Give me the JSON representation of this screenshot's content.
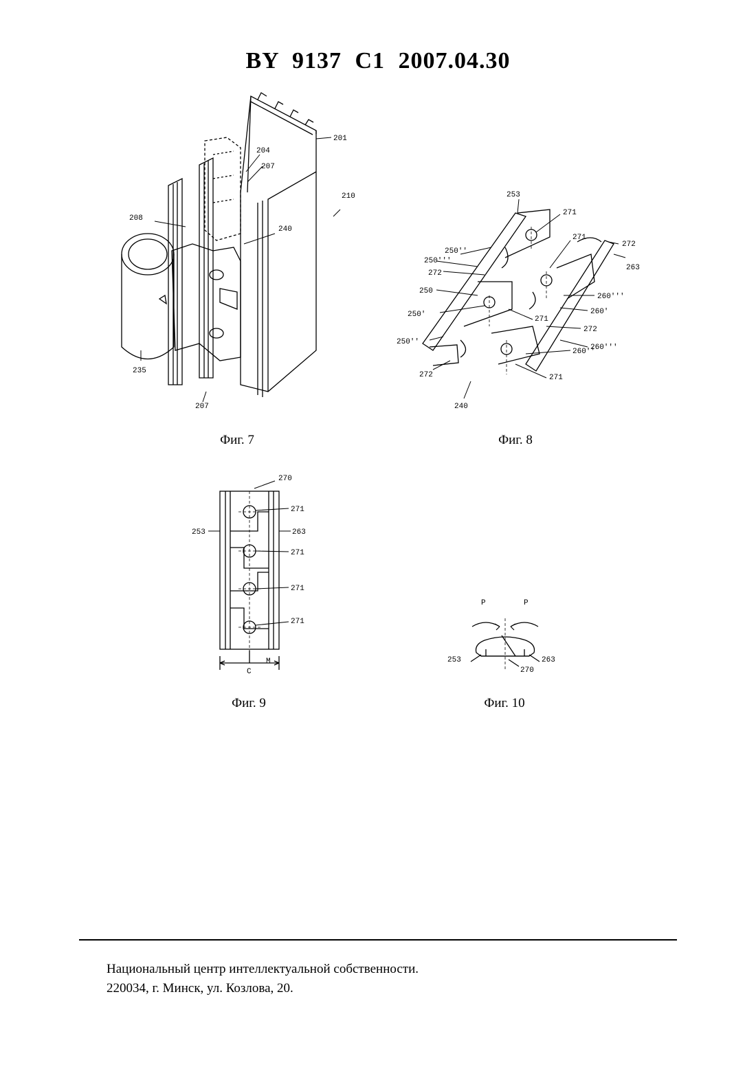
{
  "header": {
    "doc_id": "BY  9137  C1  2007.04.30"
  },
  "figures": {
    "fig7": {
      "caption": "Фиг. 7",
      "labels": {
        "l201": "201",
        "l204": "204",
        "l207a": "207",
        "l210": "210",
        "l208": "208",
        "l240": "240",
        "l235": "235",
        "l207b": "207"
      }
    },
    "fig8": {
      "caption": "Фиг. 8",
      "labels": {
        "l253": "253",
        "l271a": "271",
        "l271b": "271",
        "l272a": "272",
        "l263": "263",
        "l250q": "250''",
        "l250qq": "250'''",
        "l272b": "272",
        "l250": "250",
        "l250p": "250'",
        "l250pp": "250''",
        "l272c": "272",
        "l271c": "271",
        "l260ppp": "260'''",
        "l260p": "260'",
        "l272d": "272",
        "l260pp": "260''",
        "l260pppp": "260'''",
        "l271d": "271",
        "l240": "240"
      }
    },
    "fig9": {
      "caption": "Фиг. 9",
      "labels": {
        "l270": "270",
        "l253": "253",
        "l263": "263",
        "l271a": "271",
        "l271b": "271",
        "l271c": "271",
        "l271d": "271",
        "lM": "M",
        "lC": "C"
      }
    },
    "fig10": {
      "caption": "Фиг. 10",
      "labels": {
        "lP1": "P",
        "lP2": "P",
        "l253": "253",
        "l263": "263",
        "l270": "270"
      }
    }
  },
  "footer": {
    "line1": "Национальный центр интеллектуальной собственности.",
    "line2": "220034, г. Минск, ул. Козлова, 20."
  }
}
